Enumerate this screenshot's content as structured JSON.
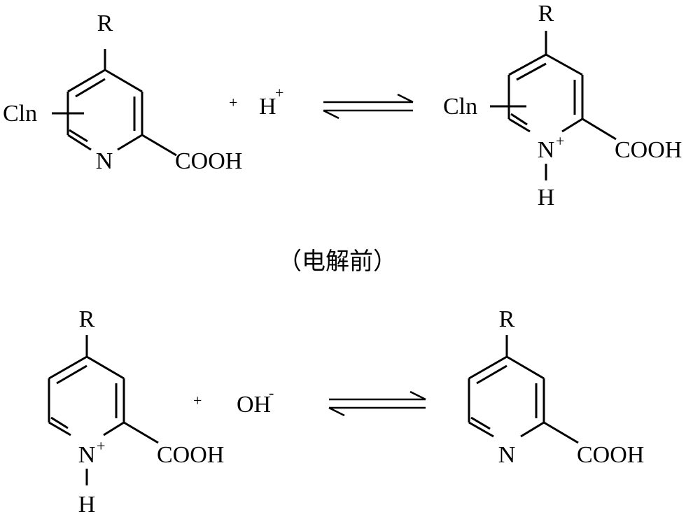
{
  "diagram": {
    "caption": "（电解前）",
    "reaction1": {
      "reactant": {
        "substituent_top": "R",
        "substituent_side": "Cln",
        "ring_n": "N",
        "carboxyl": "COOH"
      },
      "plus": "+",
      "reagent": {
        "base": "H",
        "charge": "+"
      },
      "product": {
        "substituent_top": "R",
        "substituent_side": "Cln",
        "ring_n": "N",
        "ring_n_charge": "+",
        "n_h": "H",
        "carboxyl": "COOH"
      }
    },
    "reaction2": {
      "reactant": {
        "substituent_top": "R",
        "ring_n": "N",
        "ring_n_charge": "+",
        "n_h": "H",
        "carboxyl": "COOH"
      },
      "plus": "+",
      "reagent": {
        "base": "OH",
        "charge": "-"
      },
      "product": {
        "substituent_top": "R",
        "ring_n": "N",
        "carboxyl": "COOH"
      }
    }
  }
}
